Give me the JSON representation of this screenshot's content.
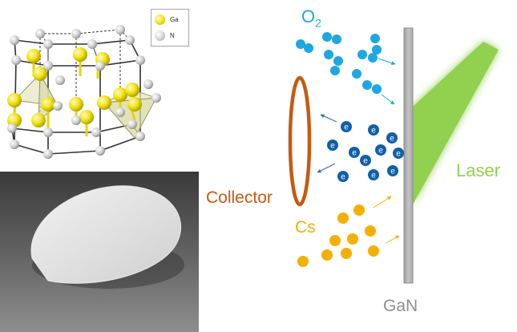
{
  "legend": {
    "items": [
      {
        "label": "Ga",
        "color": "#f2e20a"
      },
      {
        "label": "N",
        "color": "#c8c8c8"
      }
    ]
  },
  "labels": {
    "o2_main": "O",
    "o2_sub": "2",
    "collector": "Collector",
    "cs": "Cs",
    "laser": "Laser",
    "gan": "GaN",
    "electron": "e"
  },
  "colors": {
    "o2": "#1ea7e1",
    "electron": "#1060a8",
    "cs": "#f4b000",
    "collector": "#c55a11",
    "laser": "#92d050",
    "gan": "#b4b4b4",
    "ga_atom": "#f2e20a",
    "n_atom": "#c8c8c8",
    "wafer_bg": "#4a4a4a",
    "wafer": "#dcdcdc"
  }
}
